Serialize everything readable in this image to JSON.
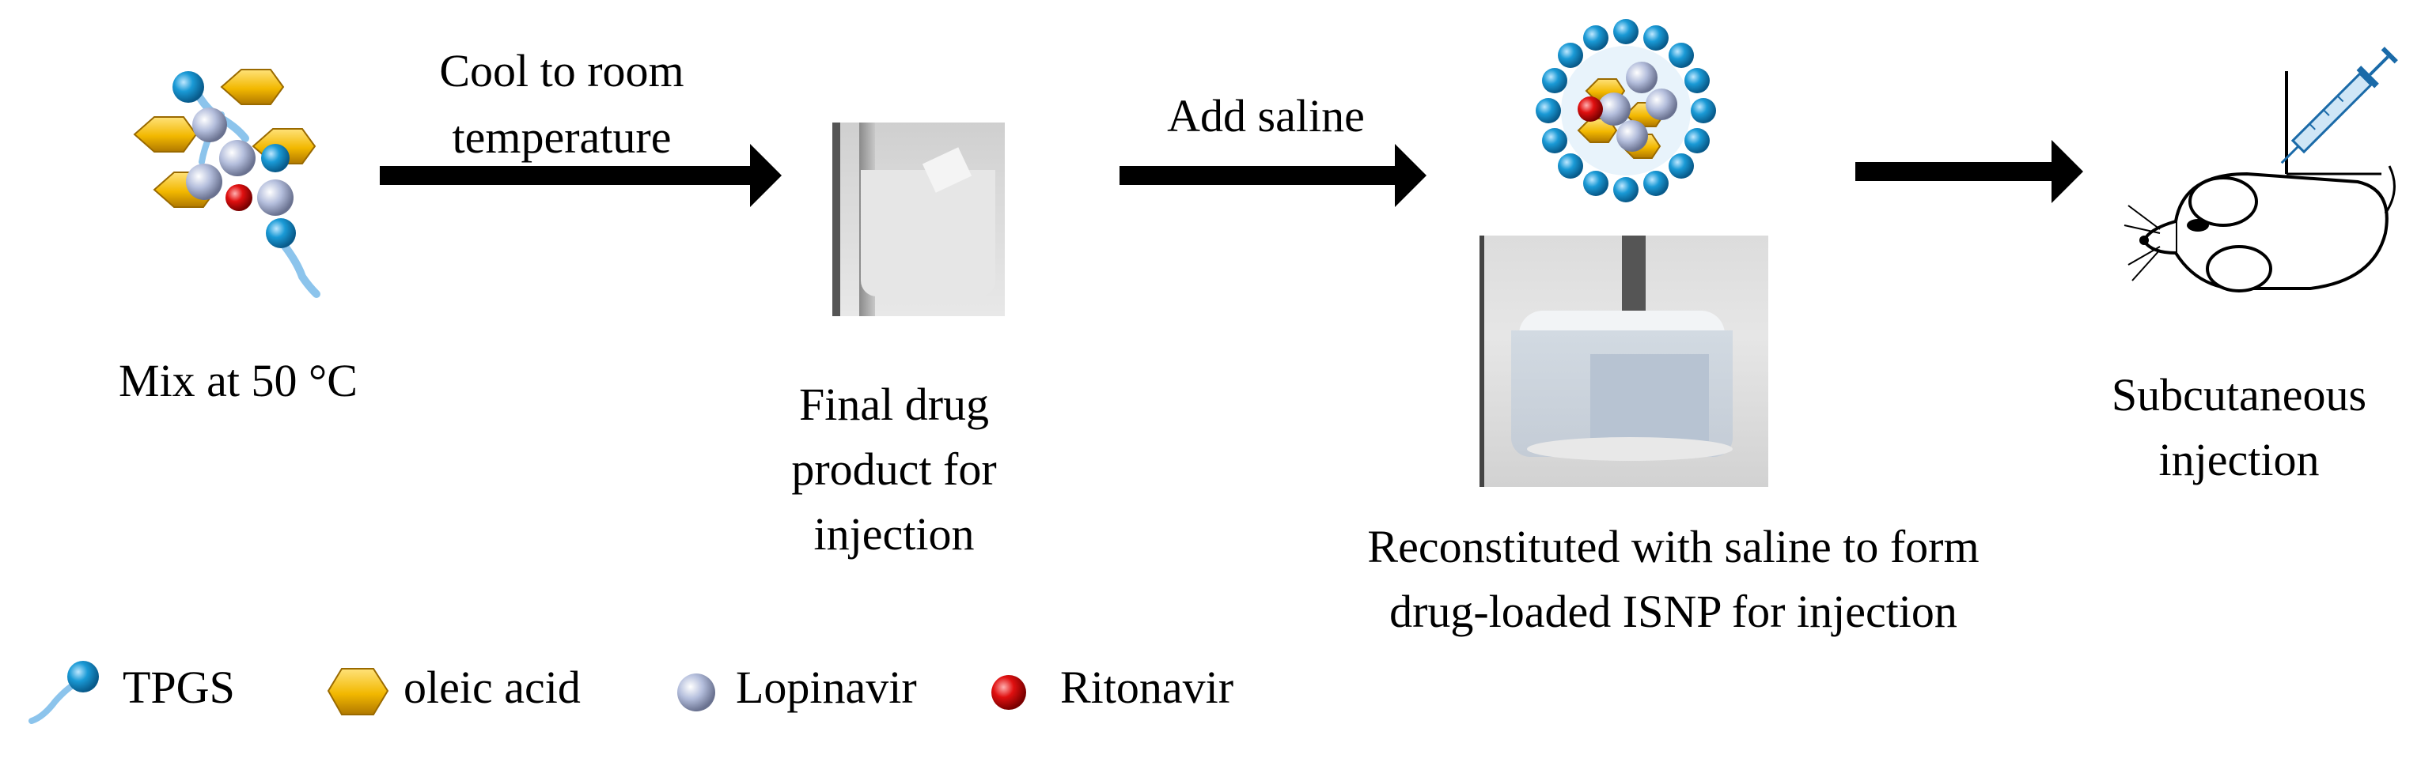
{
  "steps": {
    "mix_label": "Mix at 50 °C",
    "cool_label_line1": "Cool to room",
    "cool_label_line2": "temperature",
    "final_label_line1": "Final drug",
    "final_label_line2": "product for",
    "final_label_line3": "injection",
    "saline_label": "Add saline",
    "reconstituted_line1": "Reconstituted with saline to form",
    "reconstituted_line2": "drug-loaded ISNP for injection",
    "subq_line1": "Subcutaneous",
    "subq_line2": "injection"
  },
  "legend": {
    "tpgs": "TPGS",
    "oleic": "oleic acid",
    "lopinavir": "Lopinavir",
    "ritonavir": "Ritonavir"
  },
  "colors": {
    "tpgs": "#1a9ad6",
    "oleic": "#f2b800",
    "lopinavir": "#b4bedc",
    "ritonavir": "#e01010",
    "arrow": "#000000"
  }
}
